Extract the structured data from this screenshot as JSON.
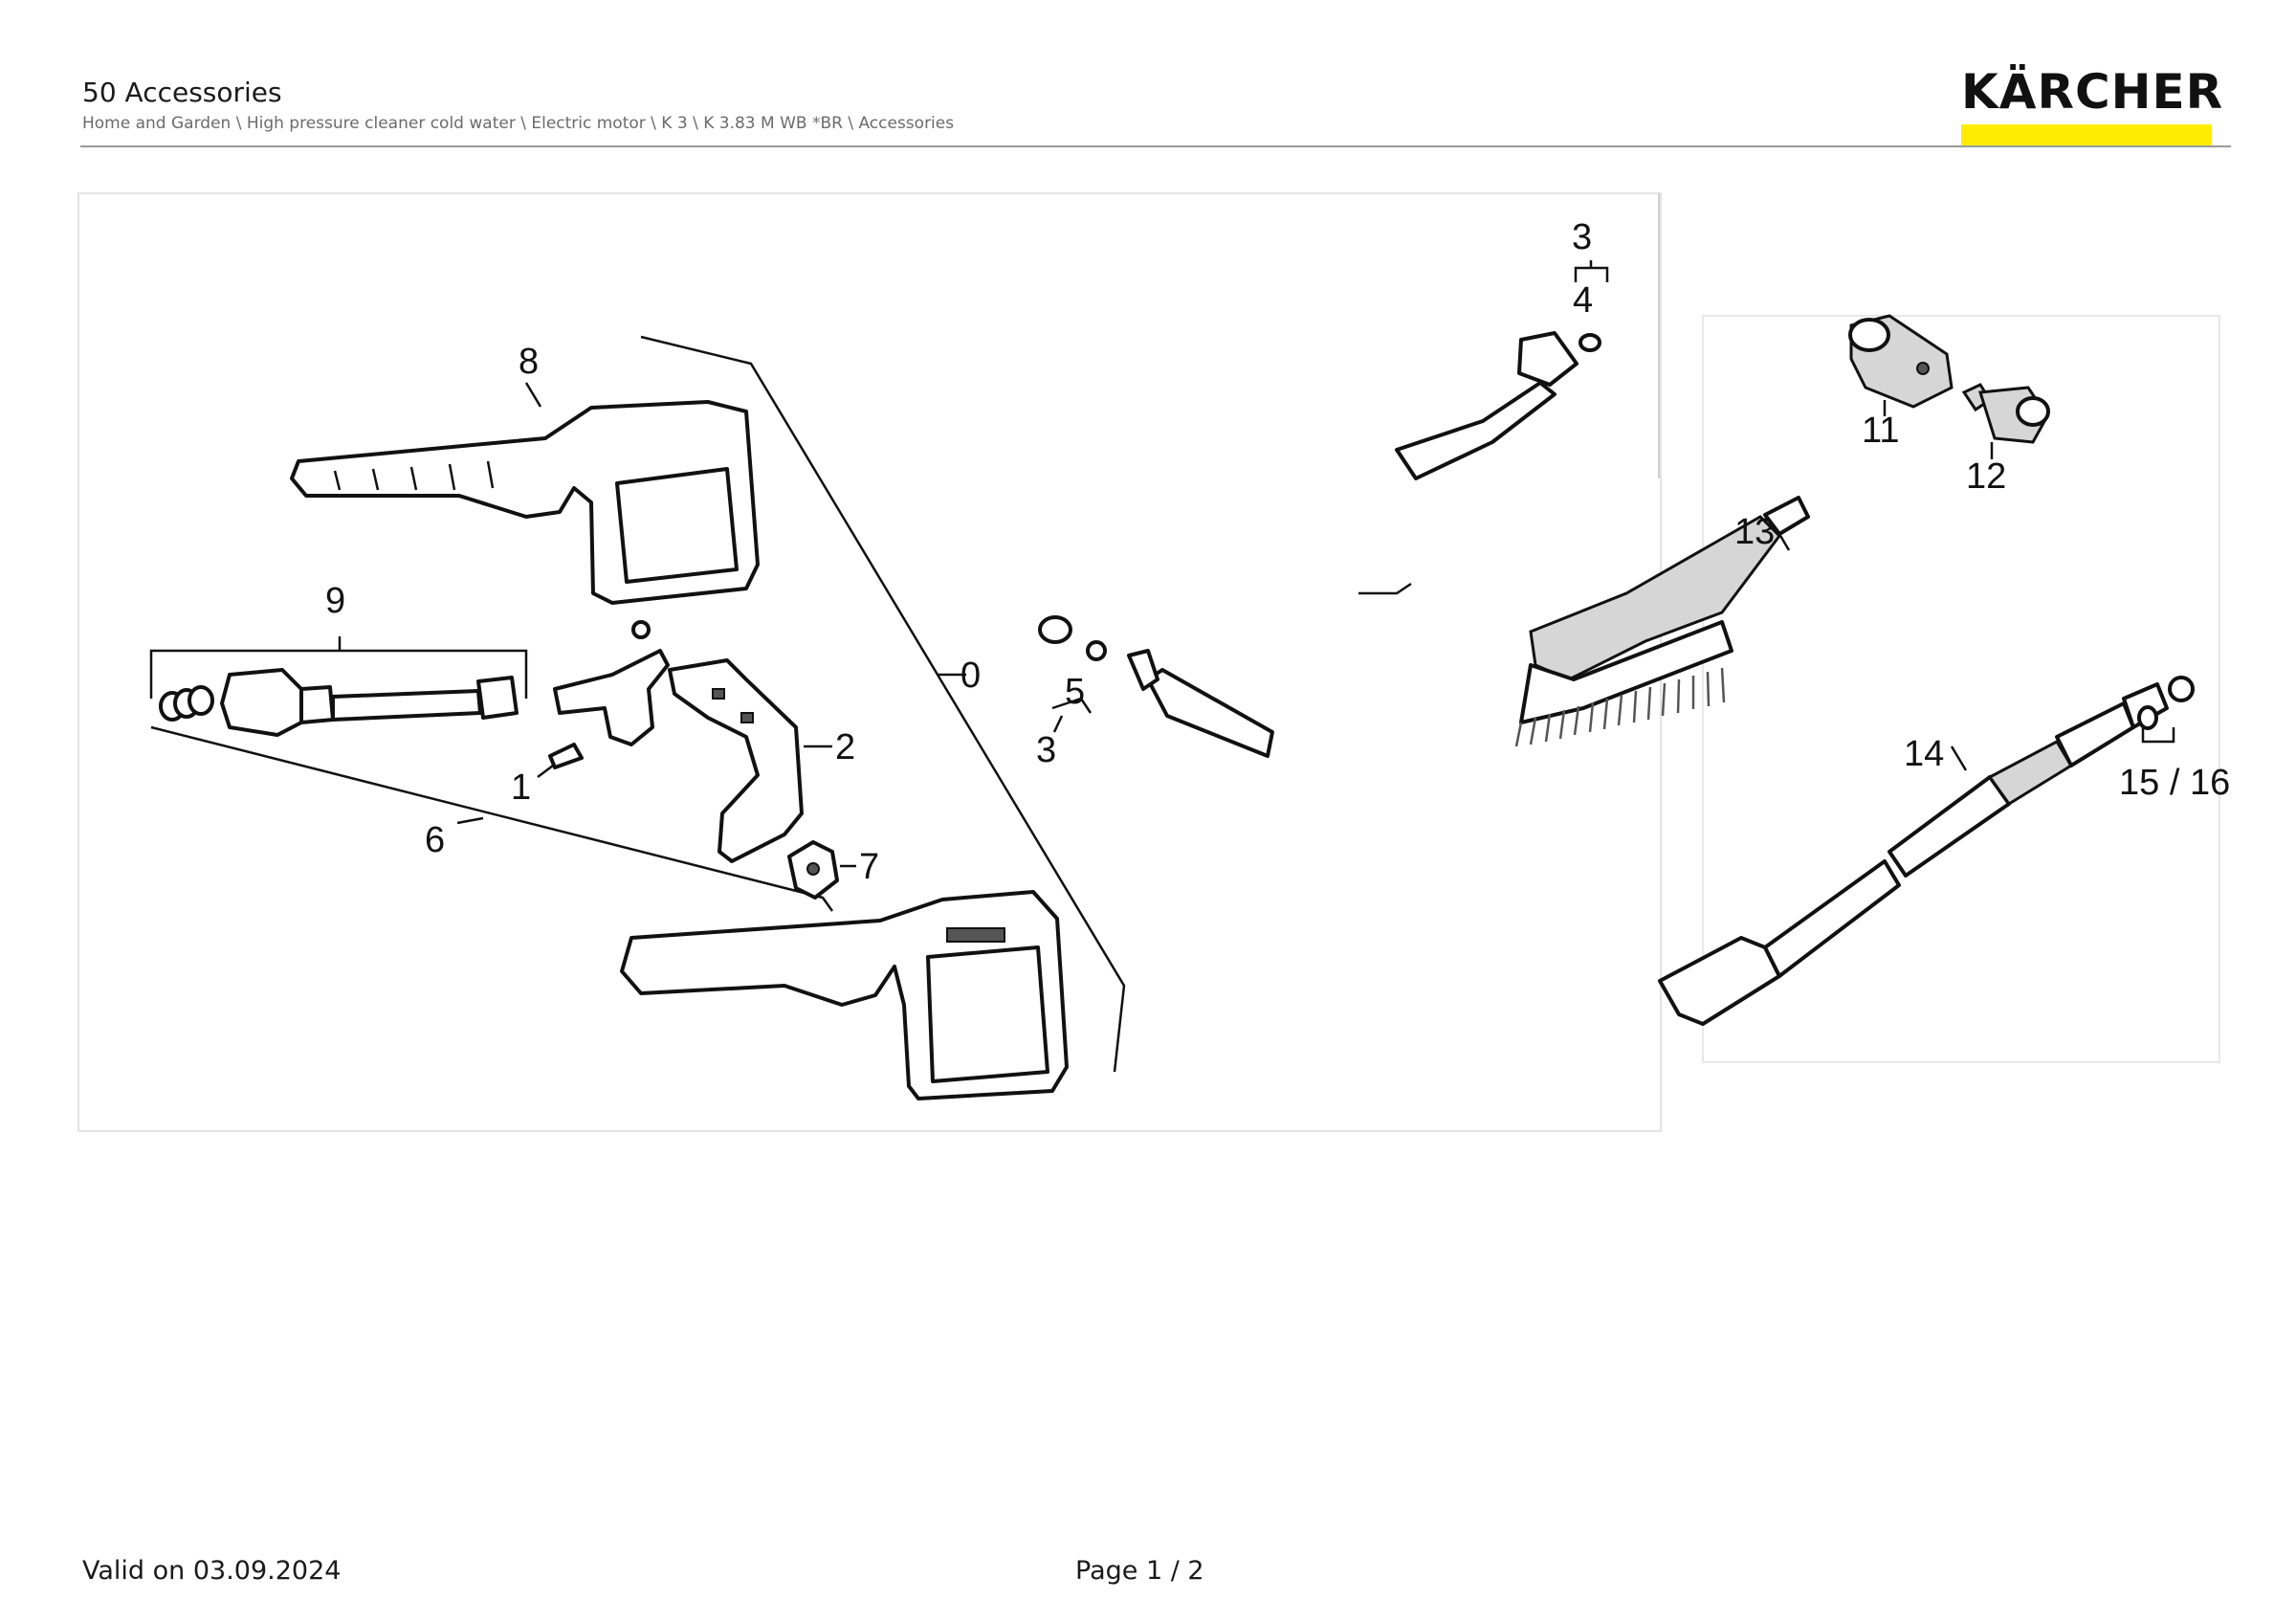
{
  "header": {
    "title": "50 Accessories",
    "breadcrumb": "Home and Garden \\ High pressure cleaner cold water \\ Electric motor \\ K 3 \\ K 3.83 M WB *BR \\ Accessories",
    "brand": "KÄRCHER",
    "brand_color": "#ffed00"
  },
  "diagram": {
    "labels": {
      "l0": "0",
      "l1": "1",
      "l2": "2",
      "l3a": "3",
      "l4": "4",
      "l3b": "3",
      "l5": "5",
      "l6": "6",
      "l7": "7",
      "l8": "8",
      "l9": "9",
      "l11": "11",
      "l12": "12",
      "l13": "13",
      "l14": "14",
      "l1516": "15 / 16"
    }
  },
  "footer": {
    "valid": "Valid on 03.09.2024",
    "page": "Page 1 / 2"
  }
}
